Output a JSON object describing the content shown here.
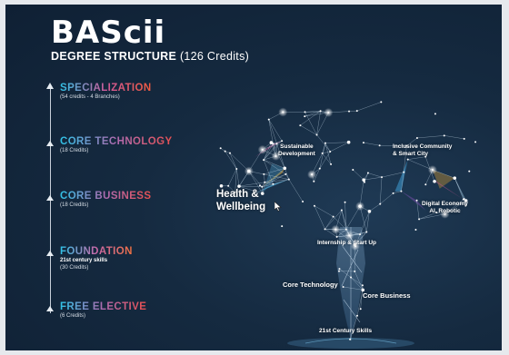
{
  "logo": {
    "text": "BAScii"
  },
  "subtitle": {
    "main": "DEGREE STRUCTURE",
    "credits": "(126 Credits)"
  },
  "levels": [
    {
      "name": "SPECIALIZATION",
      "note1": "(54 credits - 4 Branches)",
      "note2": "",
      "gradient": [
        "#2ec4e8",
        "#d05a9a",
        "#f05a3c"
      ]
    },
    {
      "name": "CORE TECHNOLOGY",
      "note1": "(18 Credits)",
      "note2": "",
      "gradient": [
        "#2ec4e8",
        "#b06bb0",
        "#e85050"
      ]
    },
    {
      "name": "CORE BUSINESS",
      "note1": "(18 Credits)",
      "note2": "",
      "gradient": [
        "#2ec4e8",
        "#b06bb0",
        "#e85050"
      ]
    },
    {
      "name": "FOUNDATION",
      "note1": "21st century skills",
      "note2": "(30 Credits)",
      "gradient": [
        "#2ec4e8",
        "#c868a8",
        "#f07040"
      ]
    },
    {
      "name": "FREE ELECTIVE",
      "note1": "(6 Credits)",
      "note2": "",
      "gradient": [
        "#2ec4e8",
        "#b06bb0",
        "#e85050"
      ]
    }
  ],
  "tree_labels": {
    "sustainable": [
      "Sustainable",
      "Development"
    ],
    "inclusive": [
      "Inclusive Community",
      "& Smart City"
    ],
    "health": [
      "Health &",
      "Wellbeing"
    ],
    "digital": [
      "Digital Economy",
      "AI, Robotic"
    ],
    "internship": "Internship & Start Up",
    "core_tech": "Core Technology",
    "core_business": "Core Business",
    "skills": "21st Century Skills"
  },
  "colors": {
    "background": "#152a40",
    "cyan": "#2ec4e8",
    "magenta": "#d05a9a",
    "orange": "#f05a3c",
    "node": "#ffffff"
  }
}
